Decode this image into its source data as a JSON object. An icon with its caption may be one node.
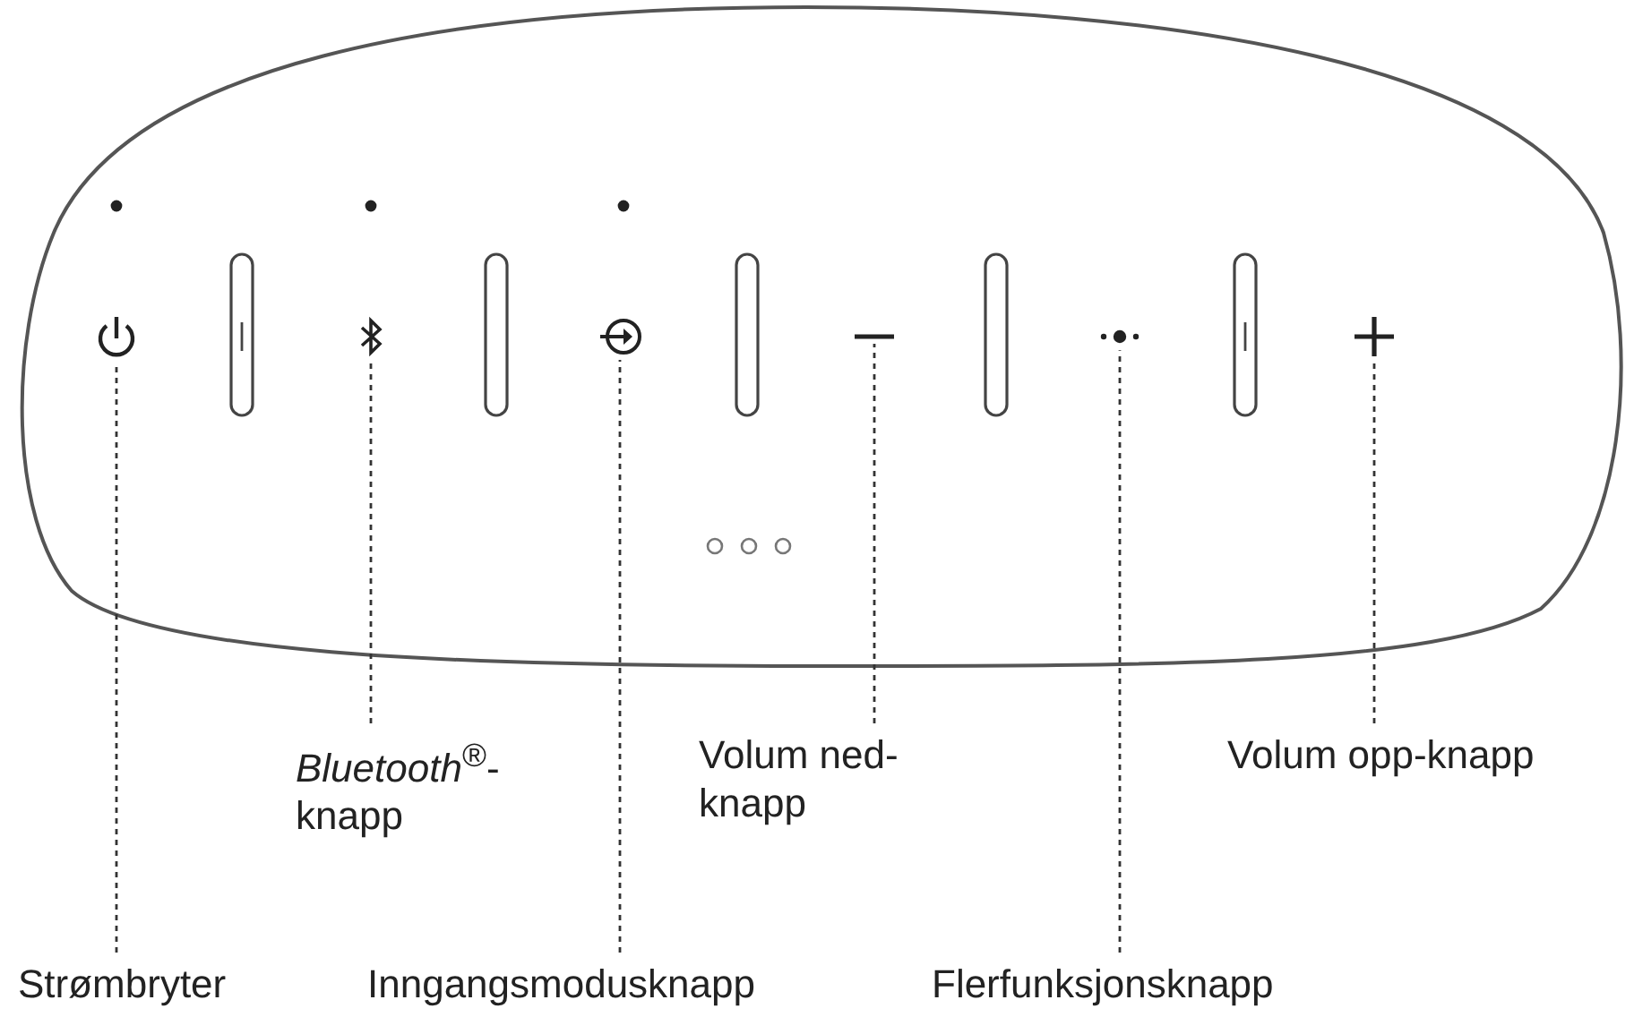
{
  "diagram": {
    "nodes": [
      {
        "text": [],
        "shape": "icon"
      },
      {
        "text": [],
        "shape": "icon"
      },
      {
        "text": [],
        "shape": "icon"
      },
      {
        "text": [],
        "shape": "icon"
      },
      {
        "text": [],
        "shape": "icon"
      },
      {
        "text": [],
        "shape": "icon"
      },
      {
        "text": [
          "*Bluetooth*$^{®}$- knapp"
        ]
      },
      {
        "text": [
          "Volum ned- knapp"
        ]
      },
      {
        "text": [
          "Volum opp-knapp"
        ]
      },
      {
        "text": [
          "Strømbryter"
        ]
      },
      {
        "text": [
          "Inngangsmodusknapp"
        ]
      },
      {
        "text": [
          "Flerfunksjonsknapp"
        ]
      }
    ],
    "edges": [
      {
        "from": 6,
        "to": 1,
        "arrow": "none",
        "style": "dashed"
      },
      {
        "from": 7,
        "to": 3,
        "arrow": "none",
        "style": "dashed"
      },
      {
        "from": 8,
        "to": 5,
        "arrow": "none",
        "style": "dashed"
      },
      {
        "from": 9,
        "to": 0,
        "arrow": "none",
        "style": "dashed"
      },
      {
        "from": 10,
        "to": 2,
        "arrow": "none",
        "style": "dashed"
      },
      {
        "from": 11,
        "to": 4,
        "arrow": "none",
        "style": "dashed"
      }
    ]
  }
}
